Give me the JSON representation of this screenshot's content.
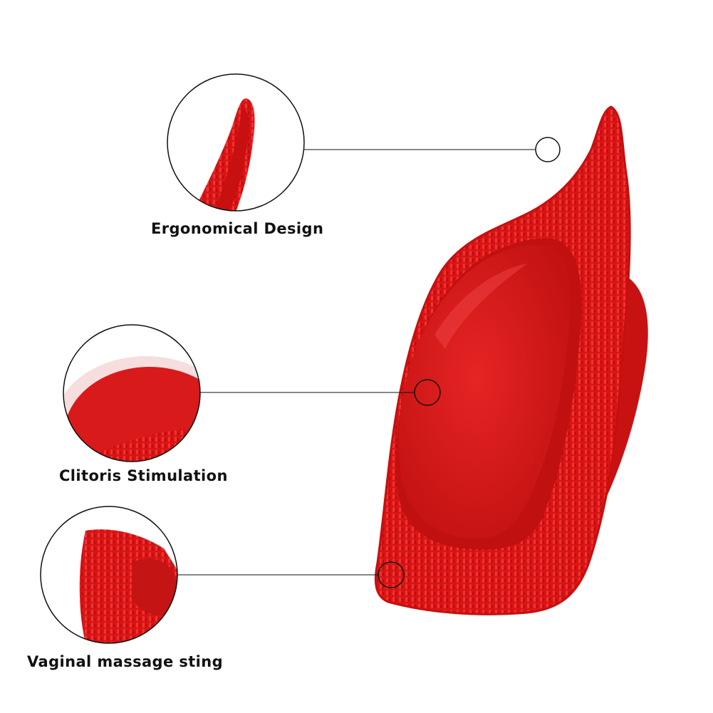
{
  "callouts": [
    {
      "label": "Ergonomical Design",
      "icon": "bristle-tip-detail"
    },
    {
      "label": "Clitoris Stimulation",
      "icon": "suction-cup-detail"
    },
    {
      "label": "Vaginal massage sting",
      "icon": "bristle-edge-detail"
    }
  ],
  "colors": {
    "product_red": "#e01818",
    "product_dark": "#b00e0e",
    "product_light": "#ef3a3a",
    "callout_line": "#111111",
    "background": "#ffffff"
  }
}
